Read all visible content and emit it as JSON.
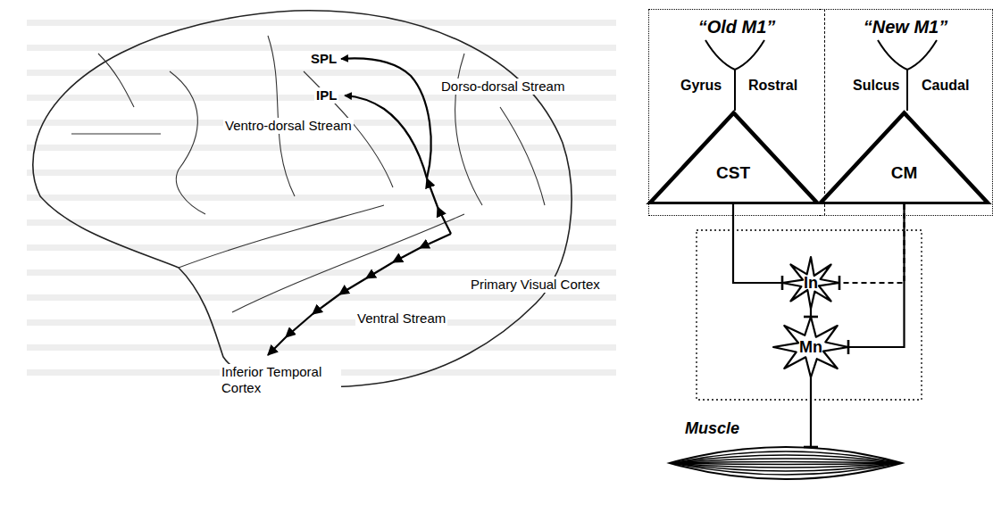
{
  "diagram": {
    "nodes": [
      {
        "text": [
          "“Old M1”"
        ]
      },
      {
        "text": [
          "“New M1”"
        ]
      },
      {
        "text": [
          "CST"
        ],
        "in": 0
      },
      {
        "text": [
          "CM"
        ],
        "in": 1
      },
      {
        "text": [
          "In"
        ]
      },
      {
        "text": [
          "Mn"
        ]
      },
      {
        "text": [
          "Muscle"
        ]
      }
    ],
    "edges": [
      {
        "from": 2,
        "to": 4,
        "arrow": "to"
      },
      {
        "from": 3,
        "to": 4,
        "arrow": "to"
      },
      {
        "from": 4,
        "to": 5,
        "arrow": "to"
      },
      {
        "from": 3,
        "to": 5,
        "arrow": "to"
      },
      {
        "from": 5,
        "to": 6,
        "arrow": "to"
      }
    ],
    "labels": [
      "SPL",
      "Dorso-dorsal Stream",
      "IPL",
      "Ventro-dorsal Stream",
      "Primary Visual Cortex",
      "Ventral Stream",
      "Inferior Temporal Cortex",
      "Gyrus",
      "Rostral",
      "Sulcus",
      "Caudal"
    ]
  }
}
